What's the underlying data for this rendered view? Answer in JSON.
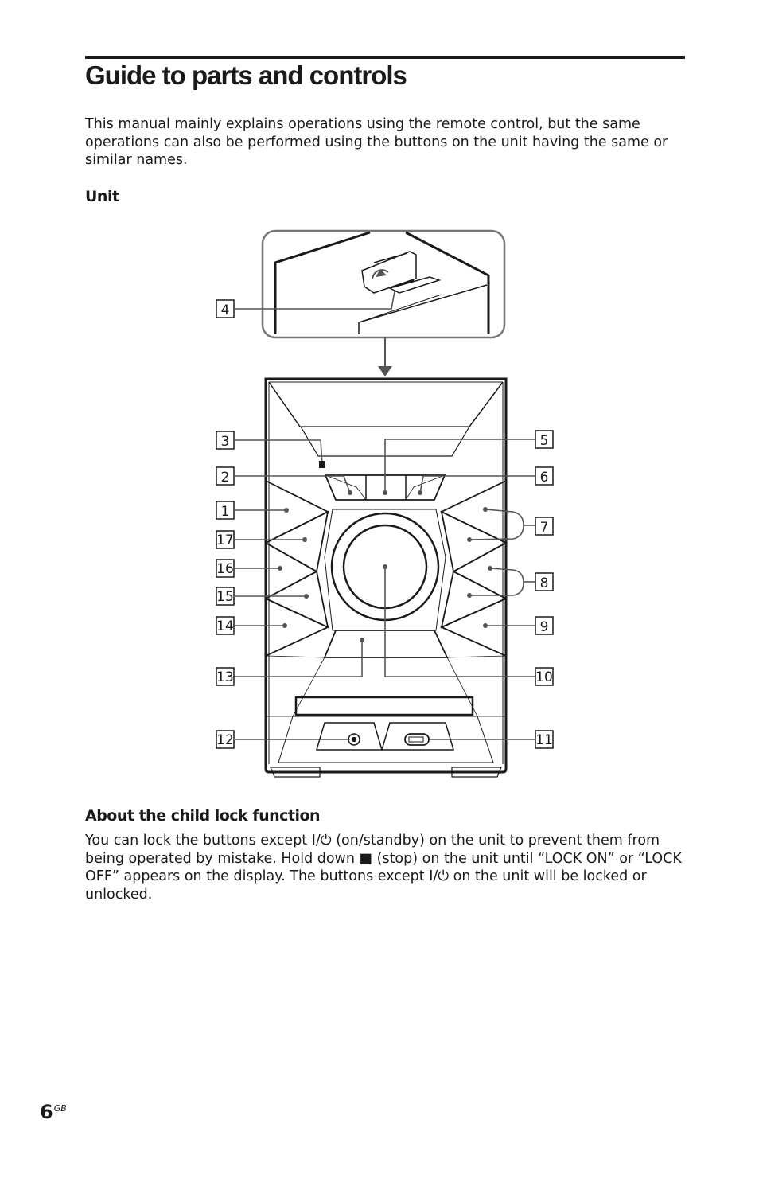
{
  "page": {
    "title": "Guide to parts and controls",
    "intro": "This manual mainly explains operations using the remote control, but the same operations can also be performed using the buttons on the unit having the same or similar names.",
    "unit_heading": "Unit",
    "child_lock_heading": "About the child lock function",
    "child_lock_text": "You can lock the buttons except I/⏻ (on/standby) on the unit to prevent them from being operated by mistake. Hold down ■ (stop) on the unit until “LOCK ON” or “LOCK OFF” appears on the display. The buttons except I/⏻ on the unit will be locked or unlocked.",
    "page_number": "6",
    "page_suffix": "GB"
  },
  "diagram": {
    "callouts": {
      "c1": "1",
      "c2": "2",
      "c3": "3",
      "c4": "4",
      "c5": "5",
      "c6": "6",
      "c7": "7",
      "c8": "8",
      "c9": "9",
      "c10": "10",
      "c11": "11",
      "c12": "12",
      "c13": "13",
      "c14": "14",
      "c15": "15",
      "c16": "16",
      "c17": "17"
    }
  }
}
